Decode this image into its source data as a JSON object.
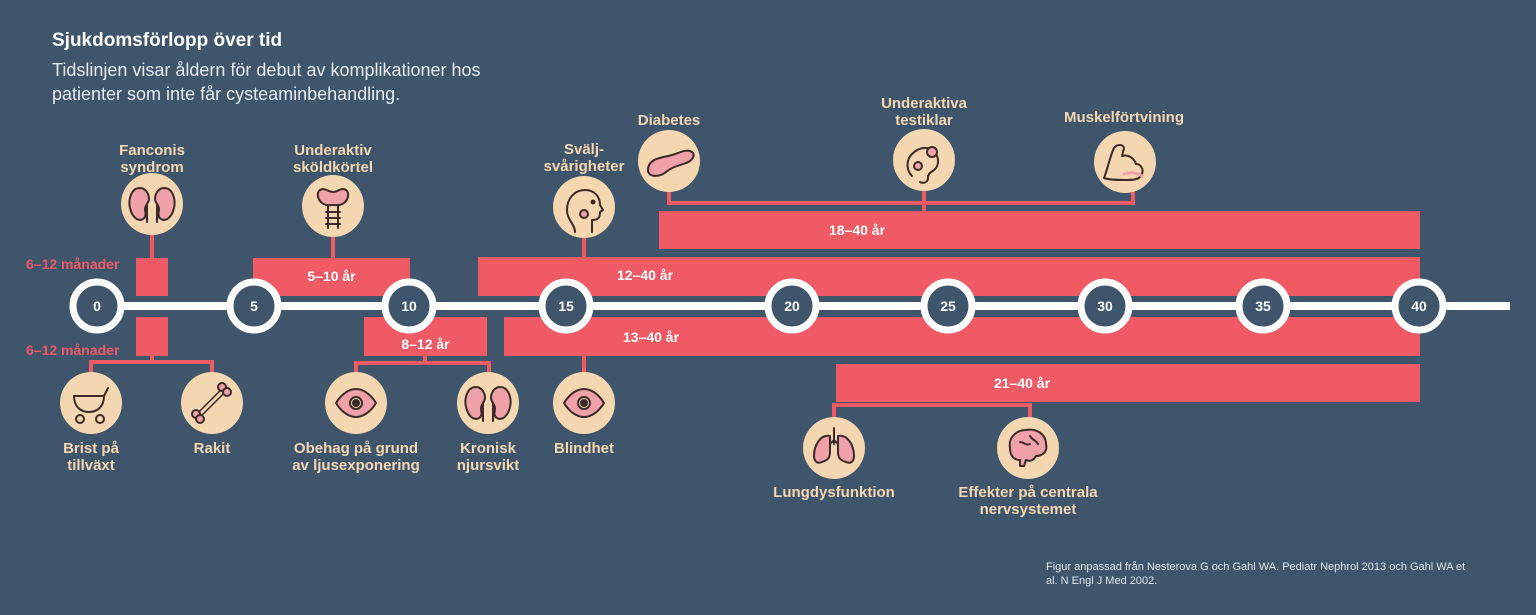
{
  "title": "Sjukdomsförlopp över tid",
  "subtitle": "Tidslinjen visar åldern för debut av komplikationer hos patienter som inte får cysteaminbehandling.",
  "source": "Figur anpassad från Nesterova G och Gahl WA. Pediatr Nephrol 2013 och Gahl WA et al. N Engl J Med 2002.",
  "colors": {
    "background": "#3f556b",
    "bar": "#f05a64",
    "icon_bg": "#f4d7b0",
    "label": "#f4d7b0",
    "axis": "#ffffff"
  },
  "ticks": [
    "0",
    "5",
    "10",
    "15",
    "20",
    "25",
    "30",
    "35",
    "40"
  ],
  "ranges": {
    "r1": "6–12 månader",
    "r2": "6–12 månader",
    "r3": "5–10 år",
    "r4": "8–12 år",
    "r5": "12–40 år",
    "r6": "13–40 år",
    "r7": "18–40 år",
    "r8": "21–40 år"
  },
  "events": {
    "fanconi": {
      "label": "Fanconis syndrom",
      "icon": "kidney-icon"
    },
    "thyroid": {
      "label": "Underaktiv sköldkörtel",
      "icon": "thyroid-icon"
    },
    "swallow": {
      "label": "Svälj- svårigheter",
      "icon": "throat-icon"
    },
    "diabetes": {
      "label": "Diabetes",
      "icon": "pancreas-icon"
    },
    "testes": {
      "label": "Underaktiva testiklar",
      "icon": "testes-icon"
    },
    "muscle": {
      "label": "Muskelförtvining",
      "icon": "muscle-icon"
    },
    "growth": {
      "label": "Brist på tillväxt",
      "icon": "stroller-icon"
    },
    "rickets": {
      "label": "Rakit",
      "icon": "bone-icon"
    },
    "photophobia": {
      "label": "Obehag på grund av ljusexponering",
      "icon": "eye-icon"
    },
    "ckd": {
      "label": "Kronisk njursvikt",
      "icon": "kidney-icon"
    },
    "blind": {
      "label": "Blindhet",
      "icon": "eye-icon"
    },
    "lung": {
      "label": "Lungdysfunktion",
      "icon": "lungs-icon"
    },
    "cns": {
      "label": "Effekter på centrala nervsystemet",
      "icon": "brain-icon"
    }
  }
}
